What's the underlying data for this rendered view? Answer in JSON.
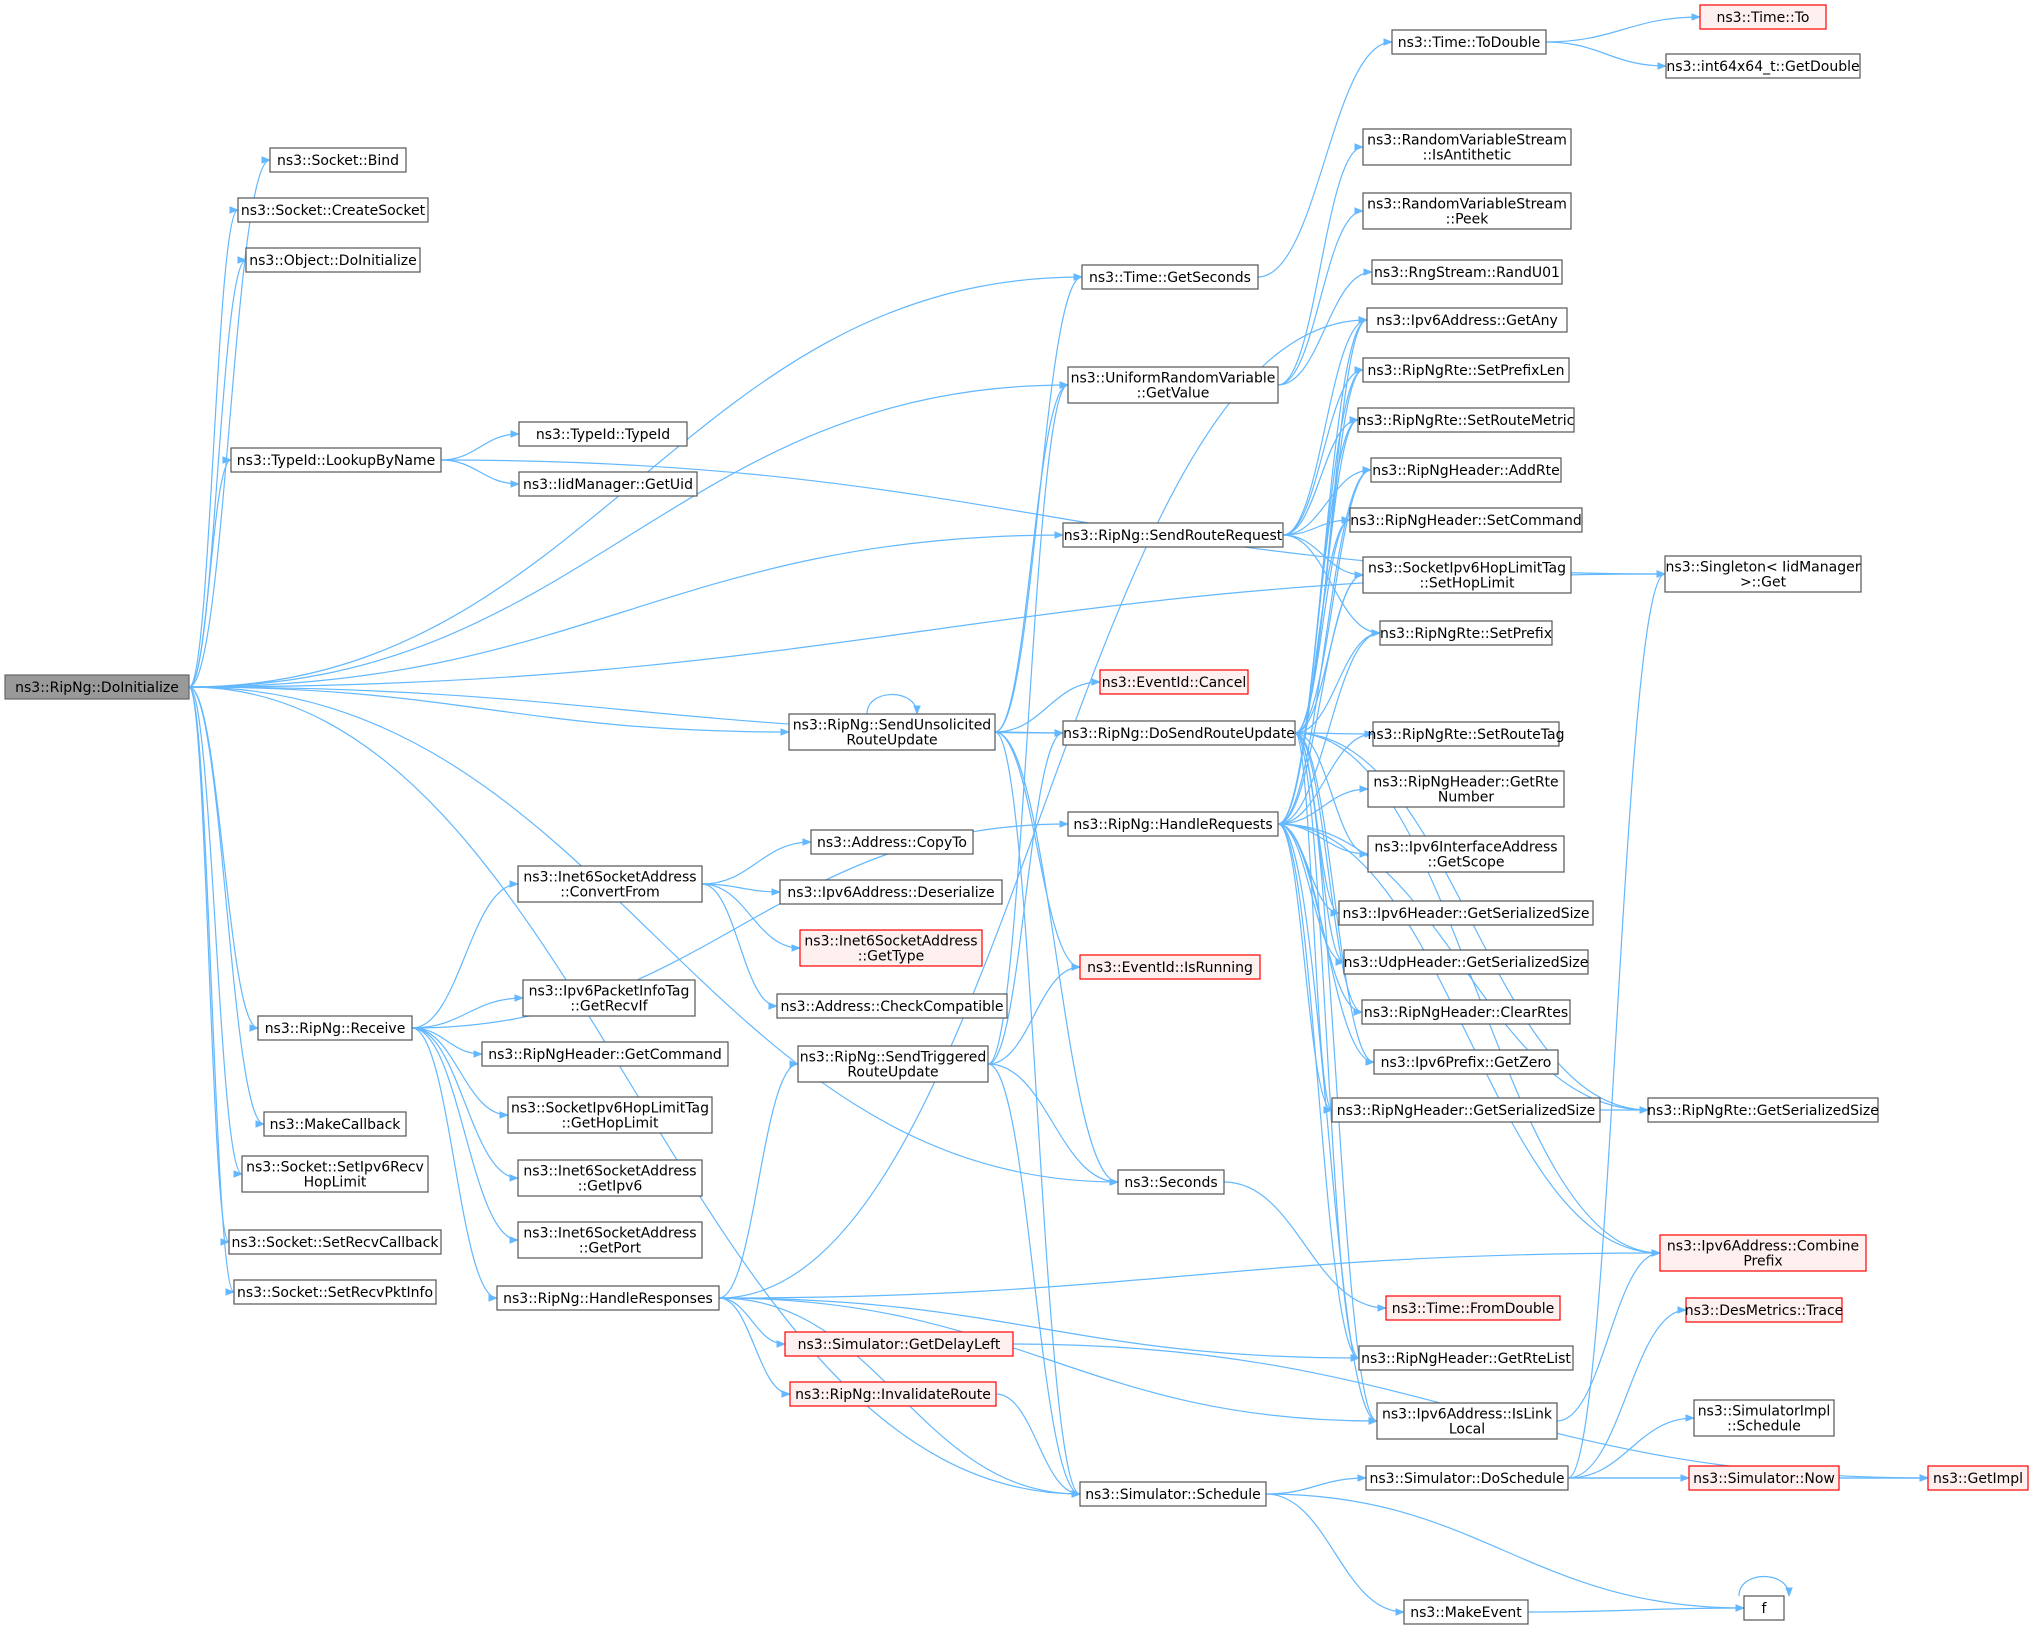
{
  "colors": {
    "edge": "#63b8ff",
    "node_border": "#555555",
    "node_fill": "#ffffff",
    "root_fill": "#999999",
    "root_border": "#666666",
    "truncated_border": "#ff0000",
    "truncated_fill": "#fff0f0",
    "text": "#000000",
    "background": "#ffffff"
  },
  "nodes": [
    {
      "id": "root",
      "lines": [
        "ns3::RipNg::DoInitialize"
      ],
      "style": "root"
    },
    {
      "id": "bind",
      "lines": [
        "ns3::Socket::Bind"
      ],
      "style": "normal"
    },
    {
      "id": "createsocket",
      "lines": [
        "ns3::Socket::CreateSocket"
      ],
      "style": "normal"
    },
    {
      "id": "objinit",
      "lines": [
        "ns3::Object::DoInitialize"
      ],
      "style": "normal"
    },
    {
      "id": "lookupbyname",
      "lines": [
        "ns3::TypeId::LookupByName"
      ],
      "style": "normal"
    },
    {
      "id": "receive",
      "lines": [
        "ns3::RipNg::Receive"
      ],
      "style": "normal"
    },
    {
      "id": "makecallback",
      "lines": [
        "ns3::MakeCallback"
      ],
      "style": "normal"
    },
    {
      "id": "setipv6recv",
      "lines": [
        "ns3::Socket::SetIpv6Recv",
        "HopLimit"
      ],
      "style": "normal"
    },
    {
      "id": "setrecvcb",
      "lines": [
        "ns3::Socket::SetRecvCallback"
      ],
      "style": "normal"
    },
    {
      "id": "setrecvpkt",
      "lines": [
        "ns3::Socket::SetRecvPktInfo"
      ],
      "style": "normal"
    },
    {
      "id": "typeid",
      "lines": [
        "ns3::TypeId::TypeId"
      ],
      "style": "normal"
    },
    {
      "id": "getuid",
      "lines": [
        "ns3::IidManager::GetUid"
      ],
      "style": "normal"
    },
    {
      "id": "convertfrom",
      "lines": [
        "ns3::Inet6SocketAddress",
        "::ConvertFrom"
      ],
      "style": "normal"
    },
    {
      "id": "getrecvif",
      "lines": [
        "ns3::Ipv6PacketInfoTag",
        "::GetRecvIf"
      ],
      "style": "normal"
    },
    {
      "id": "getcommand",
      "lines": [
        "ns3::RipNgHeader::GetCommand"
      ],
      "style": "normal"
    },
    {
      "id": "gethoplimit",
      "lines": [
        "ns3::SocketIpv6HopLimitTag",
        "::GetHopLimit"
      ],
      "style": "normal"
    },
    {
      "id": "getipv6",
      "lines": [
        "ns3::Inet6SocketAddress",
        "::GetIpv6"
      ],
      "style": "normal"
    },
    {
      "id": "getport",
      "lines": [
        "ns3::Inet6SocketAddress",
        "::GetPort"
      ],
      "style": "normal"
    },
    {
      "id": "handleresp",
      "lines": [
        "ns3::RipNg::HandleResponses"
      ],
      "style": "normal"
    },
    {
      "id": "copyto",
      "lines": [
        "ns3::Address::CopyTo"
      ],
      "style": "normal"
    },
    {
      "id": "deserialize",
      "lines": [
        "ns3::Ipv6Address::Deserialize"
      ],
      "style": "normal"
    },
    {
      "id": "gettype",
      "lines": [
        "ns3::Inet6SocketAddress",
        "::GetType"
      ],
      "style": "truncated"
    },
    {
      "id": "checkcompat",
      "lines": [
        "ns3::Address::CheckCompatible"
      ],
      "style": "normal"
    },
    {
      "id": "sendunsol",
      "lines": [
        "ns3::RipNg::SendUnsolicited",
        "RouteUpdate"
      ],
      "style": "normal"
    },
    {
      "id": "sendtrig",
      "lines": [
        "ns3::RipNg::SendTriggered",
        "RouteUpdate"
      ],
      "style": "normal"
    },
    {
      "id": "getdelayleft",
      "lines": [
        "ns3::Simulator::GetDelayLeft"
      ],
      "style": "truncated"
    },
    {
      "id": "invalidate",
      "lines": [
        "ns3::RipNg::InvalidateRoute"
      ],
      "style": "truncated"
    },
    {
      "id": "timegetsec",
      "lines": [
        "ns3::Time::GetSeconds"
      ],
      "style": "normal"
    },
    {
      "id": "urvgetvalue",
      "lines": [
        "ns3::UniformRandomVariable",
        "::GetValue"
      ],
      "style": "normal"
    },
    {
      "id": "sendroutereq",
      "lines": [
        "ns3::RipNg::SendRouteRequest"
      ],
      "style": "normal"
    },
    {
      "id": "cancel",
      "lines": [
        "ns3::EventId::Cancel"
      ],
      "style": "truncated"
    },
    {
      "id": "dosendroute",
      "lines": [
        "ns3::RipNg::DoSendRouteUpdate"
      ],
      "style": "normal"
    },
    {
      "id": "handlereq",
      "lines": [
        "ns3::RipNg::HandleRequests"
      ],
      "style": "normal"
    },
    {
      "id": "isrunning",
      "lines": [
        "ns3::EventId::IsRunning"
      ],
      "style": "truncated"
    },
    {
      "id": "seconds",
      "lines": [
        "ns3::Seconds"
      ],
      "style": "normal"
    },
    {
      "id": "schedule",
      "lines": [
        "ns3::Simulator::Schedule"
      ],
      "style": "normal"
    },
    {
      "id": "todouble",
      "lines": [
        "ns3::Time::ToDouble"
      ],
      "style": "normal"
    },
    {
      "id": "isanti",
      "lines": [
        "ns3::RandomVariableStream",
        "::IsAntithetic"
      ],
      "style": "normal"
    },
    {
      "id": "peek",
      "lines": [
        "ns3::RandomVariableStream",
        "::Peek"
      ],
      "style": "normal"
    },
    {
      "id": "randu01",
      "lines": [
        "ns3::RngStream::RandU01"
      ],
      "style": "normal"
    },
    {
      "id": "getany",
      "lines": [
        "ns3::Ipv6Address::GetAny"
      ],
      "style": "normal"
    },
    {
      "id": "setprefixlen",
      "lines": [
        "ns3::RipNgRte::SetPrefixLen"
      ],
      "style": "normal"
    },
    {
      "id": "setroutemetric",
      "lines": [
        "ns3::RipNgRte::SetRouteMetric"
      ],
      "style": "normal"
    },
    {
      "id": "addrte",
      "lines": [
        "ns3::RipNgHeader::AddRte"
      ],
      "style": "normal"
    },
    {
      "id": "setcommand",
      "lines": [
        "ns3::RipNgHeader::SetCommand"
      ],
      "style": "normal"
    },
    {
      "id": "sethoplimit",
      "lines": [
        "ns3::SocketIpv6HopLimitTag",
        "::SetHopLimit"
      ],
      "style": "normal"
    },
    {
      "id": "setprefix",
      "lines": [
        "ns3::RipNgRte::SetPrefix"
      ],
      "style": "normal"
    },
    {
      "id": "setroutetag",
      "lines": [
        "ns3::RipNgRte::SetRouteTag"
      ],
      "style": "normal"
    },
    {
      "id": "getrtenum",
      "lines": [
        "ns3::RipNgHeader::GetRte",
        "Number"
      ],
      "style": "normal"
    },
    {
      "id": "getscope",
      "lines": [
        "ns3::Ipv6InterfaceAddress",
        "::GetScope"
      ],
      "style": "normal"
    },
    {
      "id": "ipv6hdrsize",
      "lines": [
        "ns3::Ipv6Header::GetSerializedSize"
      ],
      "style": "normal"
    },
    {
      "id": "udphdrsize",
      "lines": [
        "ns3::UdpHeader::GetSerializedSize"
      ],
      "style": "normal"
    },
    {
      "id": "clearrtes",
      "lines": [
        "ns3::RipNgHeader::ClearRtes"
      ],
      "style": "normal"
    },
    {
      "id": "getzero",
      "lines": [
        "ns3::Ipv6Prefix::GetZero"
      ],
      "style": "normal"
    },
    {
      "id": "riphdrsize",
      "lines": [
        "ns3::RipNgHeader::GetSerializedSize"
      ],
      "style": "normal"
    },
    {
      "id": "fromdouble",
      "lines": [
        "ns3::Time::FromDouble"
      ],
      "style": "truncated"
    },
    {
      "id": "getrtelist",
      "lines": [
        "ns3::RipNgHeader::GetRteList"
      ],
      "style": "normal"
    },
    {
      "id": "islinklocal",
      "lines": [
        "ns3::Ipv6Address::IsLink",
        "Local"
      ],
      "style": "normal"
    },
    {
      "id": "doschedule",
      "lines": [
        "ns3::Simulator::DoSchedule"
      ],
      "style": "normal"
    },
    {
      "id": "makeevent",
      "lines": [
        "ns3::MakeEvent"
      ],
      "style": "normal"
    },
    {
      "id": "timeto",
      "lines": [
        "ns3::Time::To"
      ],
      "style": "truncated"
    },
    {
      "id": "getdouble",
      "lines": [
        "ns3::int64x64_t::GetDouble"
      ],
      "style": "normal"
    },
    {
      "id": "singleton",
      "lines": [
        "ns3::Singleton< IidManager",
        " >::Get"
      ],
      "style": "normal"
    },
    {
      "id": "rtesize",
      "lines": [
        "ns3::RipNgRte::GetSerializedSize"
      ],
      "style": "normal"
    },
    {
      "id": "combine",
      "lines": [
        "ns3::Ipv6Address::Combine",
        "Prefix"
      ],
      "style": "truncated"
    },
    {
      "id": "trace",
      "lines": [
        "ns3::DesMetrics::Trace"
      ],
      "style": "truncated"
    },
    {
      "id": "implsched",
      "lines": [
        "ns3::SimulatorImpl",
        "::Schedule"
      ],
      "style": "normal"
    },
    {
      "id": "now",
      "lines": [
        "ns3::Simulator::Now"
      ],
      "style": "truncated"
    },
    {
      "id": "getimpl",
      "lines": [
        "ns3::GetImpl"
      ],
      "style": "truncated"
    },
    {
      "id": "f",
      "lines": [
        "f"
      ],
      "style": "normal"
    }
  ],
  "edges": [
    [
      "root",
      "bind"
    ],
    [
      "root",
      "createsocket"
    ],
    [
      "root",
      "objinit"
    ],
    [
      "root",
      "timegetsec"
    ],
    [
      "root",
      "urvgetvalue"
    ],
    [
      "root",
      "lookupbyname"
    ],
    [
      "root",
      "sendroutereq"
    ],
    [
      "root",
      "dosendroute"
    ],
    [
      "root",
      "sendunsol"
    ],
    [
      "root",
      "seconds"
    ],
    [
      "root",
      "receive"
    ],
    [
      "root",
      "makecallback"
    ],
    [
      "root",
      "setipv6recv"
    ],
    [
      "root",
      "setrecvcb"
    ],
    [
      "root",
      "setrecvpkt"
    ],
    [
      "root",
      "schedule"
    ],
    [
      "root",
      "singleton"
    ],
    [
      "lookupbyname",
      "typeid"
    ],
    [
      "lookupbyname",
      "getuid"
    ],
    [
      "lookupbyname",
      "singleton"
    ],
    [
      "receive",
      "convertfrom"
    ],
    [
      "receive",
      "getrecvif"
    ],
    [
      "receive",
      "getcommand"
    ],
    [
      "receive",
      "gethoplimit"
    ],
    [
      "receive",
      "getipv6"
    ],
    [
      "receive",
      "getport"
    ],
    [
      "receive",
      "handleresp"
    ],
    [
      "receive",
      "handlereq"
    ],
    [
      "convertfrom",
      "copyto"
    ],
    [
      "convertfrom",
      "deserialize"
    ],
    [
      "convertfrom",
      "gettype"
    ],
    [
      "convertfrom",
      "checkcompat"
    ],
    [
      "handleresp",
      "sendtrig"
    ],
    [
      "handleresp",
      "getdelayleft"
    ],
    [
      "handleresp",
      "invalidate"
    ],
    [
      "handleresp",
      "schedule"
    ],
    [
      "handleresp",
      "islinklocal"
    ],
    [
      "handleresp",
      "getrtelist"
    ],
    [
      "handleresp",
      "combine"
    ],
    [
      "handleresp",
      "getany"
    ],
    [
      "sendunsol",
      "sendunsol"
    ],
    [
      "sendunsol",
      "timegetsec"
    ],
    [
      "sendunsol",
      "urvgetvalue"
    ],
    [
      "sendunsol",
      "cancel"
    ],
    [
      "sendunsol",
      "dosendroute"
    ],
    [
      "sendunsol",
      "isrunning"
    ],
    [
      "sendunsol",
      "seconds"
    ],
    [
      "sendunsol",
      "schedule"
    ],
    [
      "sendtrig",
      "dosendroute"
    ],
    [
      "sendtrig",
      "urvgetvalue"
    ],
    [
      "sendtrig",
      "isrunning"
    ],
    [
      "sendtrig",
      "seconds"
    ],
    [
      "sendtrig",
      "schedule"
    ],
    [
      "getdelayleft",
      "getimpl"
    ],
    [
      "invalidate",
      "schedule"
    ],
    [
      "timegetsec",
      "todouble"
    ],
    [
      "todouble",
      "timeto"
    ],
    [
      "todouble",
      "getdouble"
    ],
    [
      "urvgetvalue",
      "isanti"
    ],
    [
      "urvgetvalue",
      "peek"
    ],
    [
      "urvgetvalue",
      "randu01"
    ],
    [
      "sendroutereq",
      "getany"
    ],
    [
      "sendroutereq",
      "setprefixlen"
    ],
    [
      "sendroutereq",
      "setroutemetric"
    ],
    [
      "sendroutereq",
      "addrte"
    ],
    [
      "sendroutereq",
      "setcommand"
    ],
    [
      "sendroutereq",
      "sethoplimit"
    ],
    [
      "sendroutereq",
      "setprefix"
    ],
    [
      "dosendroute",
      "getany"
    ],
    [
      "dosendroute",
      "setprefixlen"
    ],
    [
      "dosendroute",
      "setroutemetric"
    ],
    [
      "dosendroute",
      "addrte"
    ],
    [
      "dosendroute",
      "setcommand"
    ],
    [
      "dosendroute",
      "sethoplimit"
    ],
    [
      "dosendroute",
      "setprefix"
    ],
    [
      "dosendroute",
      "setroutetag"
    ],
    [
      "dosendroute",
      "getscope"
    ],
    [
      "dosendroute",
      "ipv6hdrsize"
    ],
    [
      "dosendroute",
      "udphdrsize"
    ],
    [
      "dosendroute",
      "clearrtes"
    ],
    [
      "dosendroute",
      "getzero"
    ],
    [
      "dosendroute",
      "riphdrsize"
    ],
    [
      "dosendroute",
      "rtesize"
    ],
    [
      "dosendroute",
      "islinklocal"
    ],
    [
      "dosendroute",
      "combine"
    ],
    [
      "dosendroute",
      "getrtelist"
    ],
    [
      "handlereq",
      "getany"
    ],
    [
      "handlereq",
      "setprefixlen"
    ],
    [
      "handlereq",
      "setroutemetric"
    ],
    [
      "handlereq",
      "addrte"
    ],
    [
      "handlereq",
      "setcommand"
    ],
    [
      "handlereq",
      "sethoplimit"
    ],
    [
      "handlereq",
      "setprefix"
    ],
    [
      "handlereq",
      "setroutetag"
    ],
    [
      "handlereq",
      "getrtenum"
    ],
    [
      "handlereq",
      "getscope"
    ],
    [
      "handlereq",
      "ipv6hdrsize"
    ],
    [
      "handlereq",
      "udphdrsize"
    ],
    [
      "handlereq",
      "clearrtes"
    ],
    [
      "handlereq",
      "getzero"
    ],
    [
      "handlereq",
      "riphdrsize"
    ],
    [
      "handlereq",
      "rtesize"
    ],
    [
      "handlereq",
      "combine"
    ],
    [
      "handlereq",
      "getrtelist"
    ],
    [
      "handlereq",
      "islinklocal"
    ],
    [
      "seconds",
      "fromdouble"
    ],
    [
      "schedule",
      "doschedule"
    ],
    [
      "schedule",
      "makeevent"
    ],
    [
      "schedule",
      "f"
    ],
    [
      "riphdrsize",
      "rtesize"
    ],
    [
      "islinklocal",
      "combine"
    ],
    [
      "doschedule",
      "trace"
    ],
    [
      "doschedule",
      "implsched"
    ],
    [
      "doschedule",
      "now"
    ],
    [
      "doschedule",
      "getimpl"
    ],
    [
      "doschedule",
      "singleton"
    ],
    [
      "now",
      "getimpl"
    ],
    [
      "makeevent",
      "f"
    ],
    [
      "f",
      "f"
    ]
  ]
}
